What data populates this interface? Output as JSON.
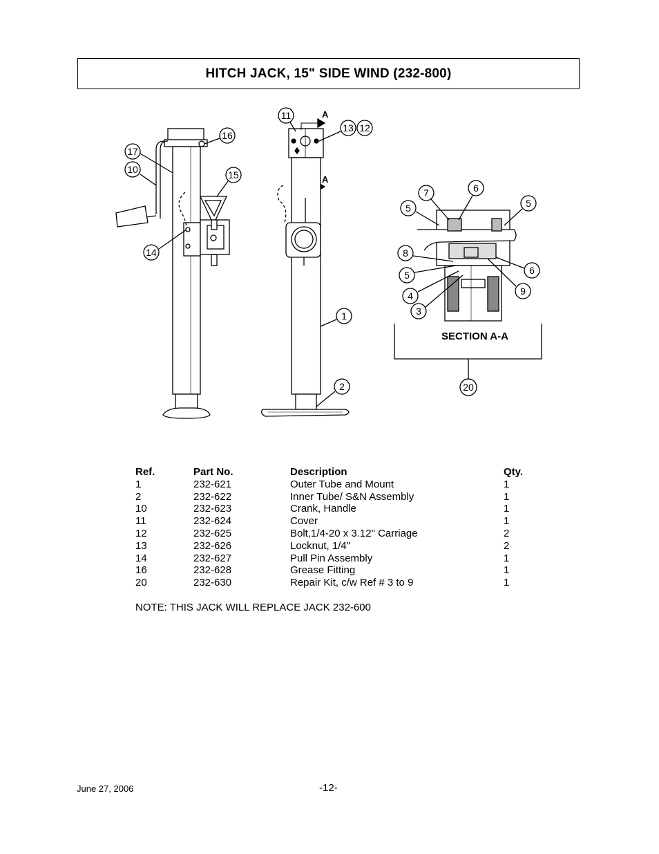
{
  "title": "HITCH JACK, 15\" SIDE WIND (232-800)",
  "diagram": {
    "section_label": "SECTION A-A",
    "section_marker": "A",
    "callouts": [
      "1",
      "2",
      "3",
      "4",
      "5",
      "6",
      "7",
      "8",
      "9",
      "10",
      "11",
      "12",
      "13",
      "14",
      "15",
      "16",
      "17",
      "20"
    ]
  },
  "table": {
    "headers": {
      "ref": "Ref.",
      "part": "Part No.",
      "desc": "Description",
      "qty": "Qty."
    },
    "rows": [
      {
        "ref": "1",
        "part": "232-621",
        "desc": "Outer Tube and Mount",
        "qty": "1"
      },
      {
        "ref": "2",
        "part": "232-622",
        "desc": "Inner Tube/ S&N Assembly",
        "qty": "1"
      },
      {
        "ref": "10",
        "part": "232-623",
        "desc": "Crank, Handle",
        "qty": "1"
      },
      {
        "ref": "11",
        "part": "232-624",
        "desc": "Cover",
        "qty": "1"
      },
      {
        "ref": "12",
        "part": "232-625",
        "desc": "Bolt,1/4-20 x 3.12\" Carriage",
        "qty": "2"
      },
      {
        "ref": "13",
        "part": "232-626",
        "desc": "Locknut, 1/4\"",
        "qty": "2"
      },
      {
        "ref": "14",
        "part": "232-627",
        "desc": "Pull Pin Assembly",
        "qty": "1"
      },
      {
        "ref": "16",
        "part": "232-628",
        "desc": "Grease Fitting",
        "qty": "1"
      },
      {
        "ref": "20",
        "part": "232-630",
        "desc": "Repair Kit, c/w Ref # 3 to 9",
        "qty": "1"
      }
    ]
  },
  "note": "NOTE: THIS JACK WILL REPLACE JACK 232-600",
  "footer": {
    "date": "June 27, 2006",
    "page": "-12-"
  }
}
